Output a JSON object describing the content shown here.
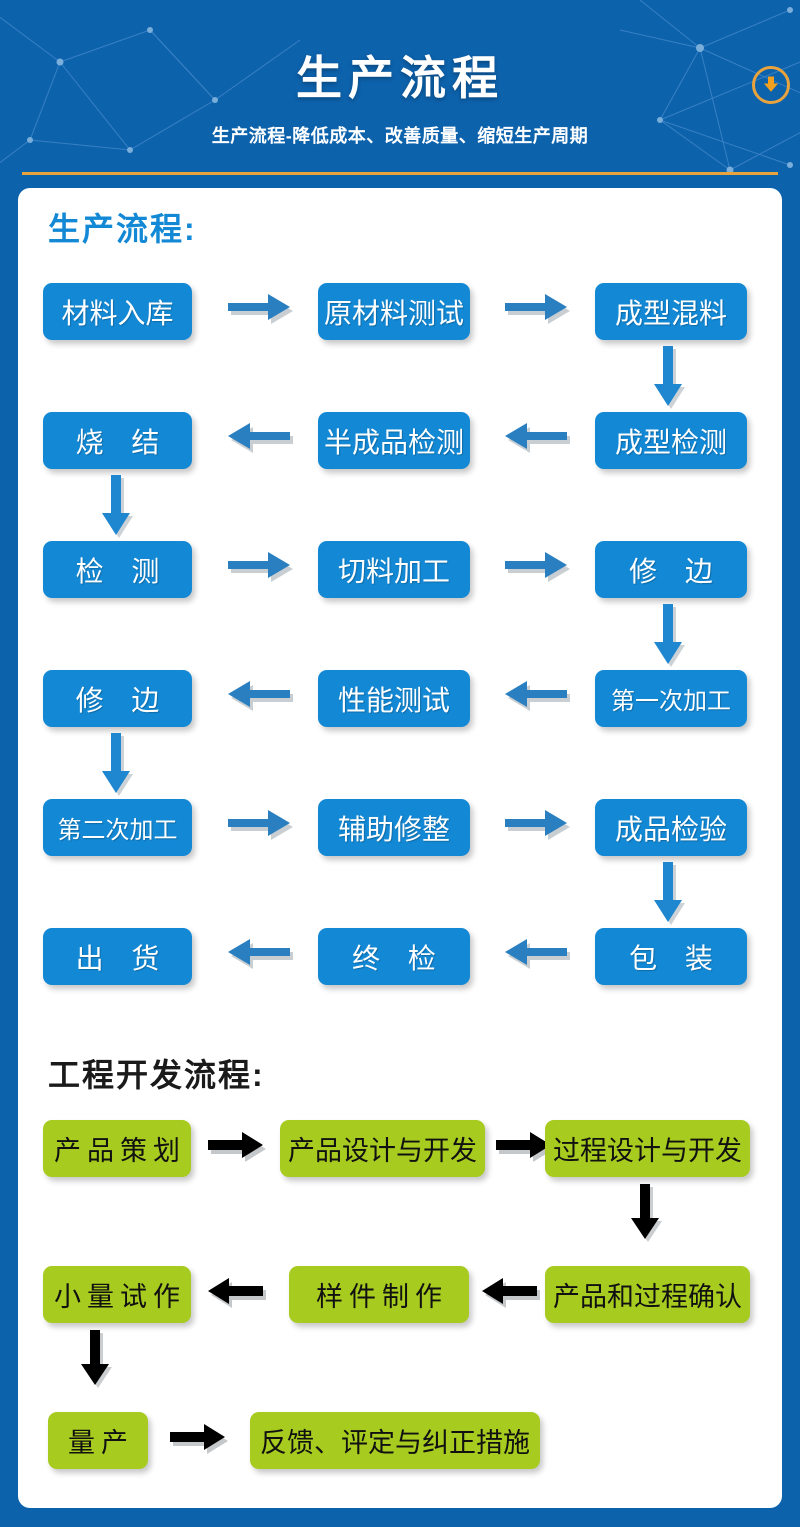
{
  "header": {
    "title": "生产流程",
    "subtitle": "生产流程-降低成本、改善质量、缩短生产周期",
    "download_icon": "download-arrow-icon",
    "bg_color": "#0d62ac",
    "rule_color": "#e8a33d",
    "accent_color": "#e8a33d"
  },
  "production": {
    "title": "生产流程:",
    "title_color": "#1389d6",
    "box_color": "#1389d6",
    "arrow_color": "#2a7fc0",
    "rows": [
      {
        "direction": "right",
        "nodes": [
          "材料入库",
          "原材料测试",
          "成型混料"
        ]
      },
      {
        "direction": "left",
        "nodes": [
          "成型检测",
          "半成品检测",
          "烧  结"
        ]
      },
      {
        "direction": "right",
        "nodes": [
          "检  测",
          "切料加工",
          "修  边"
        ]
      },
      {
        "direction": "left",
        "nodes": [
          "第一次加工",
          "性能测试",
          "修  边"
        ]
      },
      {
        "direction": "right",
        "nodes": [
          "第二次加工",
          "辅助修整",
          "成品检验"
        ]
      },
      {
        "direction": "left",
        "nodes": [
          "包  装",
          "终  检",
          "出  货"
        ]
      }
    ],
    "labels": {
      "r1c1": "材料入库",
      "r1c2": "原材料测试",
      "r1c3": "成型混料",
      "r2c1": "烧  结",
      "r2c2": "半成品检测",
      "r2c3": "成型检测",
      "r3c1": "检  测",
      "r3c2": "切料加工",
      "r3c3": "修  边",
      "r4c1": "修  边",
      "r4c2": "性能测试",
      "r4c3": "第一次加工",
      "r5c1": "第二次加工",
      "r5c2": "辅助修整",
      "r5c3": "成品检验",
      "r6c1": "出  货",
      "r6c2": "终  检",
      "r6c3": "包  装"
    }
  },
  "engineering": {
    "title": "工程开发流程:",
    "title_color": "#1a1a1a",
    "box_color": "#a7cb1f",
    "arrow_color": "#000000",
    "labels": {
      "g1c1": "产品策划",
      "g1c2": "产品设计与开发",
      "g1c3": "过程设计与开发",
      "g2c1": "小量试作",
      "g2c2": "样件制作",
      "g2c3": "产品和过程确认",
      "g3c1": "量产",
      "g3c2": "反馈、评定与纠正措施"
    }
  }
}
